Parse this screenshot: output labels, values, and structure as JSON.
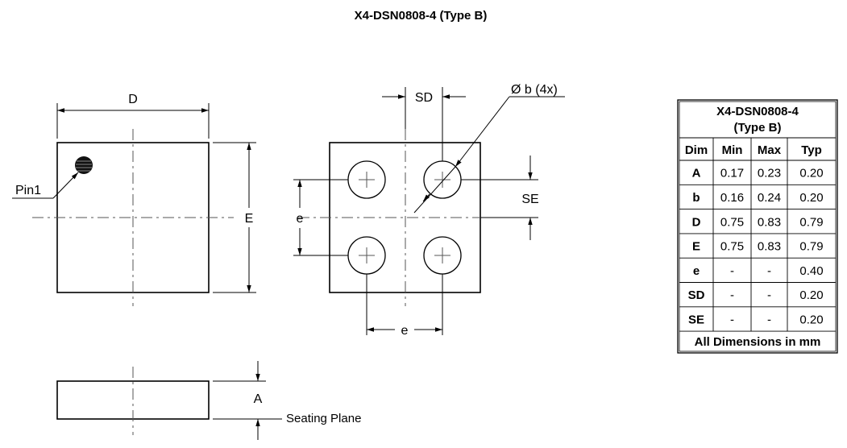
{
  "title": "X4-DSN0808-4 (Type B)",
  "labels": {
    "D": "D",
    "E": "E",
    "pin1": "Pin1",
    "SD": "SD",
    "SE": "SE",
    "e_vertical": "e",
    "e_horizontal": "e",
    "ball": "Ø b (4x)",
    "A": "A",
    "seating_plane": "Seating Plane"
  },
  "table": {
    "title_line1": "X4-DSN0808-4",
    "title_line2": "(Type B)",
    "headers": [
      "Dim",
      "Min",
      "Max",
      "Typ"
    ],
    "rows": [
      [
        "A",
        "0.17",
        "0.23",
        "0.20"
      ],
      [
        "b",
        "0.16",
        "0.24",
        "0.20"
      ],
      [
        "D",
        "0.75",
        "0.83",
        "0.79"
      ],
      [
        "E",
        "0.75",
        "0.83",
        "0.79"
      ],
      [
        "e",
        "-",
        "-",
        "0.40"
      ],
      [
        "SD",
        "-",
        "-",
        "0.20"
      ],
      [
        "SE",
        "-",
        "-",
        "0.20"
      ]
    ],
    "footer": "All Dimensions in mm"
  }
}
